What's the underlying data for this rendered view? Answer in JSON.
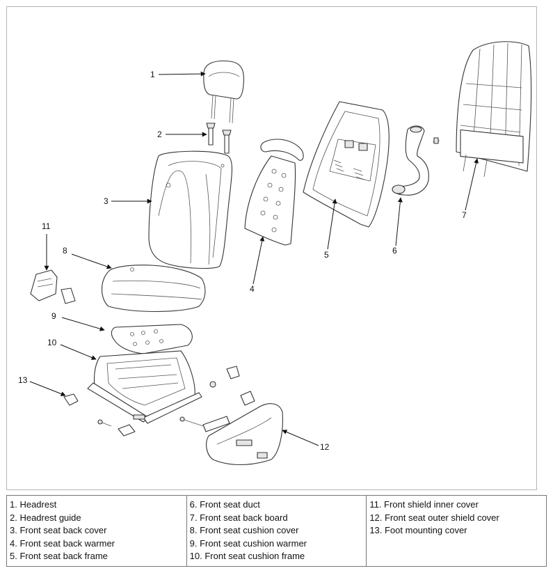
{
  "callouts": [
    "1",
    "2",
    "3",
    "4",
    "5",
    "6",
    "7",
    "8",
    "9",
    "10",
    "11",
    "12",
    "13"
  ],
  "legend": {
    "col1": [
      "1. Headrest",
      "2. Headrest guide",
      "3. Front seat back cover",
      "4. Front seat back warmer",
      "5. Front seat back frame"
    ],
    "col2": [
      "6. Front seat duct",
      "7. Front seat back board",
      "8. Front seat cushion cover",
      "9. Front seat cushion warmer",
      "10. Front seat cushion frame"
    ],
    "col3": [
      "11. Front shield inner cover",
      "12. Front seat outer shield cover",
      "13. Foot mounting cover"
    ]
  }
}
